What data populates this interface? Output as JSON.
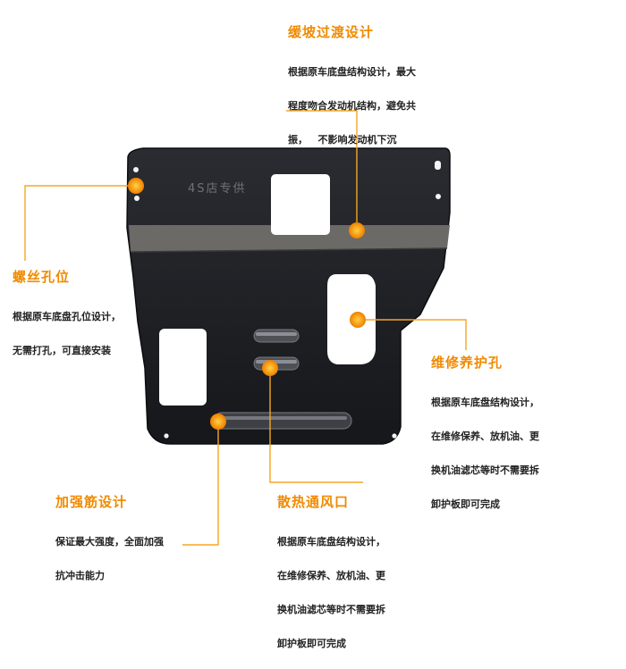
{
  "plate": {
    "logo_text": "4S店专供",
    "colors": {
      "plate_dark": "#1d1f24",
      "plate_band": "#6b6a66",
      "accent": "#f08a00",
      "hole": "#ffffff"
    }
  },
  "callouts": [
    {
      "id": "top",
      "title": "缓坡过渡设计",
      "lines": [
        "根据原车底盘结构设计，最大",
        "程度吻合发动机结构，避免共",
        "振，   不影响发动机下沉"
      ]
    },
    {
      "id": "left",
      "title": "螺丝孔位",
      "lines": [
        "根据原车底盘孔位设计，",
        "无需打孔，可直接安装"
      ]
    },
    {
      "id": "right",
      "title": "维修养护孔",
      "lines": [
        "根据原车底盘结构设计，",
        "在维修保养、放机油、更",
        "换机油滤芯等时不需要拆",
        "卸护板即可完成"
      ]
    },
    {
      "id": "bleft",
      "title": "加强筋设计",
      "lines": [
        "保证最大强度，全面加强",
        "抗冲击能力"
      ]
    },
    {
      "id": "bcenter",
      "title": "散热通风口",
      "lines": [
        "根据原车底盘结构设计，",
        "在维修保养、放机油、更",
        "换机油滤芯等时不需要拆",
        "卸护板即可完成"
      ]
    }
  ]
}
